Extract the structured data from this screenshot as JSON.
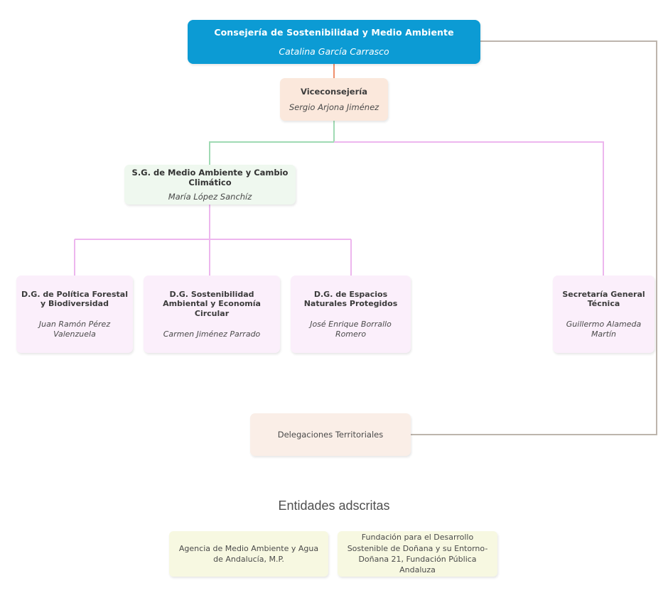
{
  "colors": {
    "root_bg": "#0c9bd4",
    "vice_bg": "#fbe8dc",
    "sg_bg": "#eff8ef",
    "dg_bg": "#fbeffb",
    "deleg_bg": "#faeee7",
    "entity_bg": "#f7f8e1",
    "connector_orange": "#ef8f6a",
    "connector_green": "#9fdab3",
    "connector_violet": "#edb6ee",
    "connector_gray": "#bdb5ad"
  },
  "root": {
    "title": "Consejería de Sostenibilidad y Medio Ambiente",
    "person": "Catalina García Carrasco"
  },
  "vice": {
    "title": "Viceconsejería",
    "person": "Sergio Arjona Jiménez"
  },
  "sg": {
    "title": "S.G. de Medio Ambiente y Cambio Climático",
    "person": "María López Sanchíz"
  },
  "directorates": [
    {
      "title": "D.G. de Política Forestal y Biodiversidad",
      "person": "Juan Ramón Pérez Valenzuela"
    },
    {
      "title": "D.G. Sostenibilidad Ambiental y Economía Circular",
      "person": "Carmen Jiménez Parrado"
    },
    {
      "title": "D.G. de Espacios Naturales Protegidos",
      "person": "José Enrique Borrallo Romero"
    }
  ],
  "sgt": {
    "title": "Secretaría General Técnica",
    "person": "Guillermo Alameda Martín"
  },
  "delegaciones": {
    "label": "Delegaciones Territoriales"
  },
  "entidades": {
    "heading": "Entidades adscritas",
    "items": [
      {
        "label": "Agencia de Medio Ambiente y Agua de Andalucía, M.P."
      },
      {
        "label": "Fundación para el Desarrollo Sostenible de Doñana y su Entorno-Doñana 21, Fundación Pública Andaluza"
      }
    ]
  }
}
